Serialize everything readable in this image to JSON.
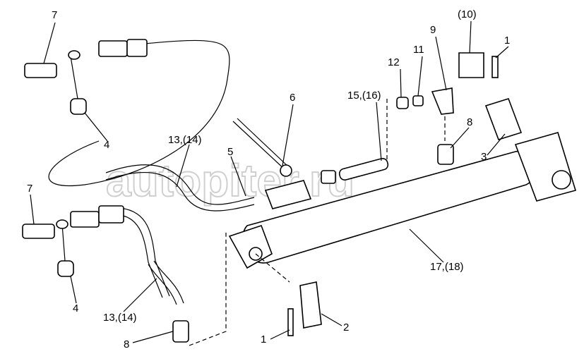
{
  "watermark": "autopiter.ru",
  "labels": {
    "l7a": "7",
    "l7b": "7",
    "l4a": "4",
    "l4b": "4",
    "l13a": "13,(14)",
    "l13b": "13,(14)",
    "l5": "5",
    "l6": "6",
    "l15": "15,(16)",
    "l12": "12",
    "l11": "11",
    "l9": "9",
    "l10": "(10)",
    "l1a": "1",
    "l1b": "1",
    "l8a": "8",
    "l8b": "8",
    "l3": "3",
    "l17": "17,(18)",
    "l2": "2"
  }
}
